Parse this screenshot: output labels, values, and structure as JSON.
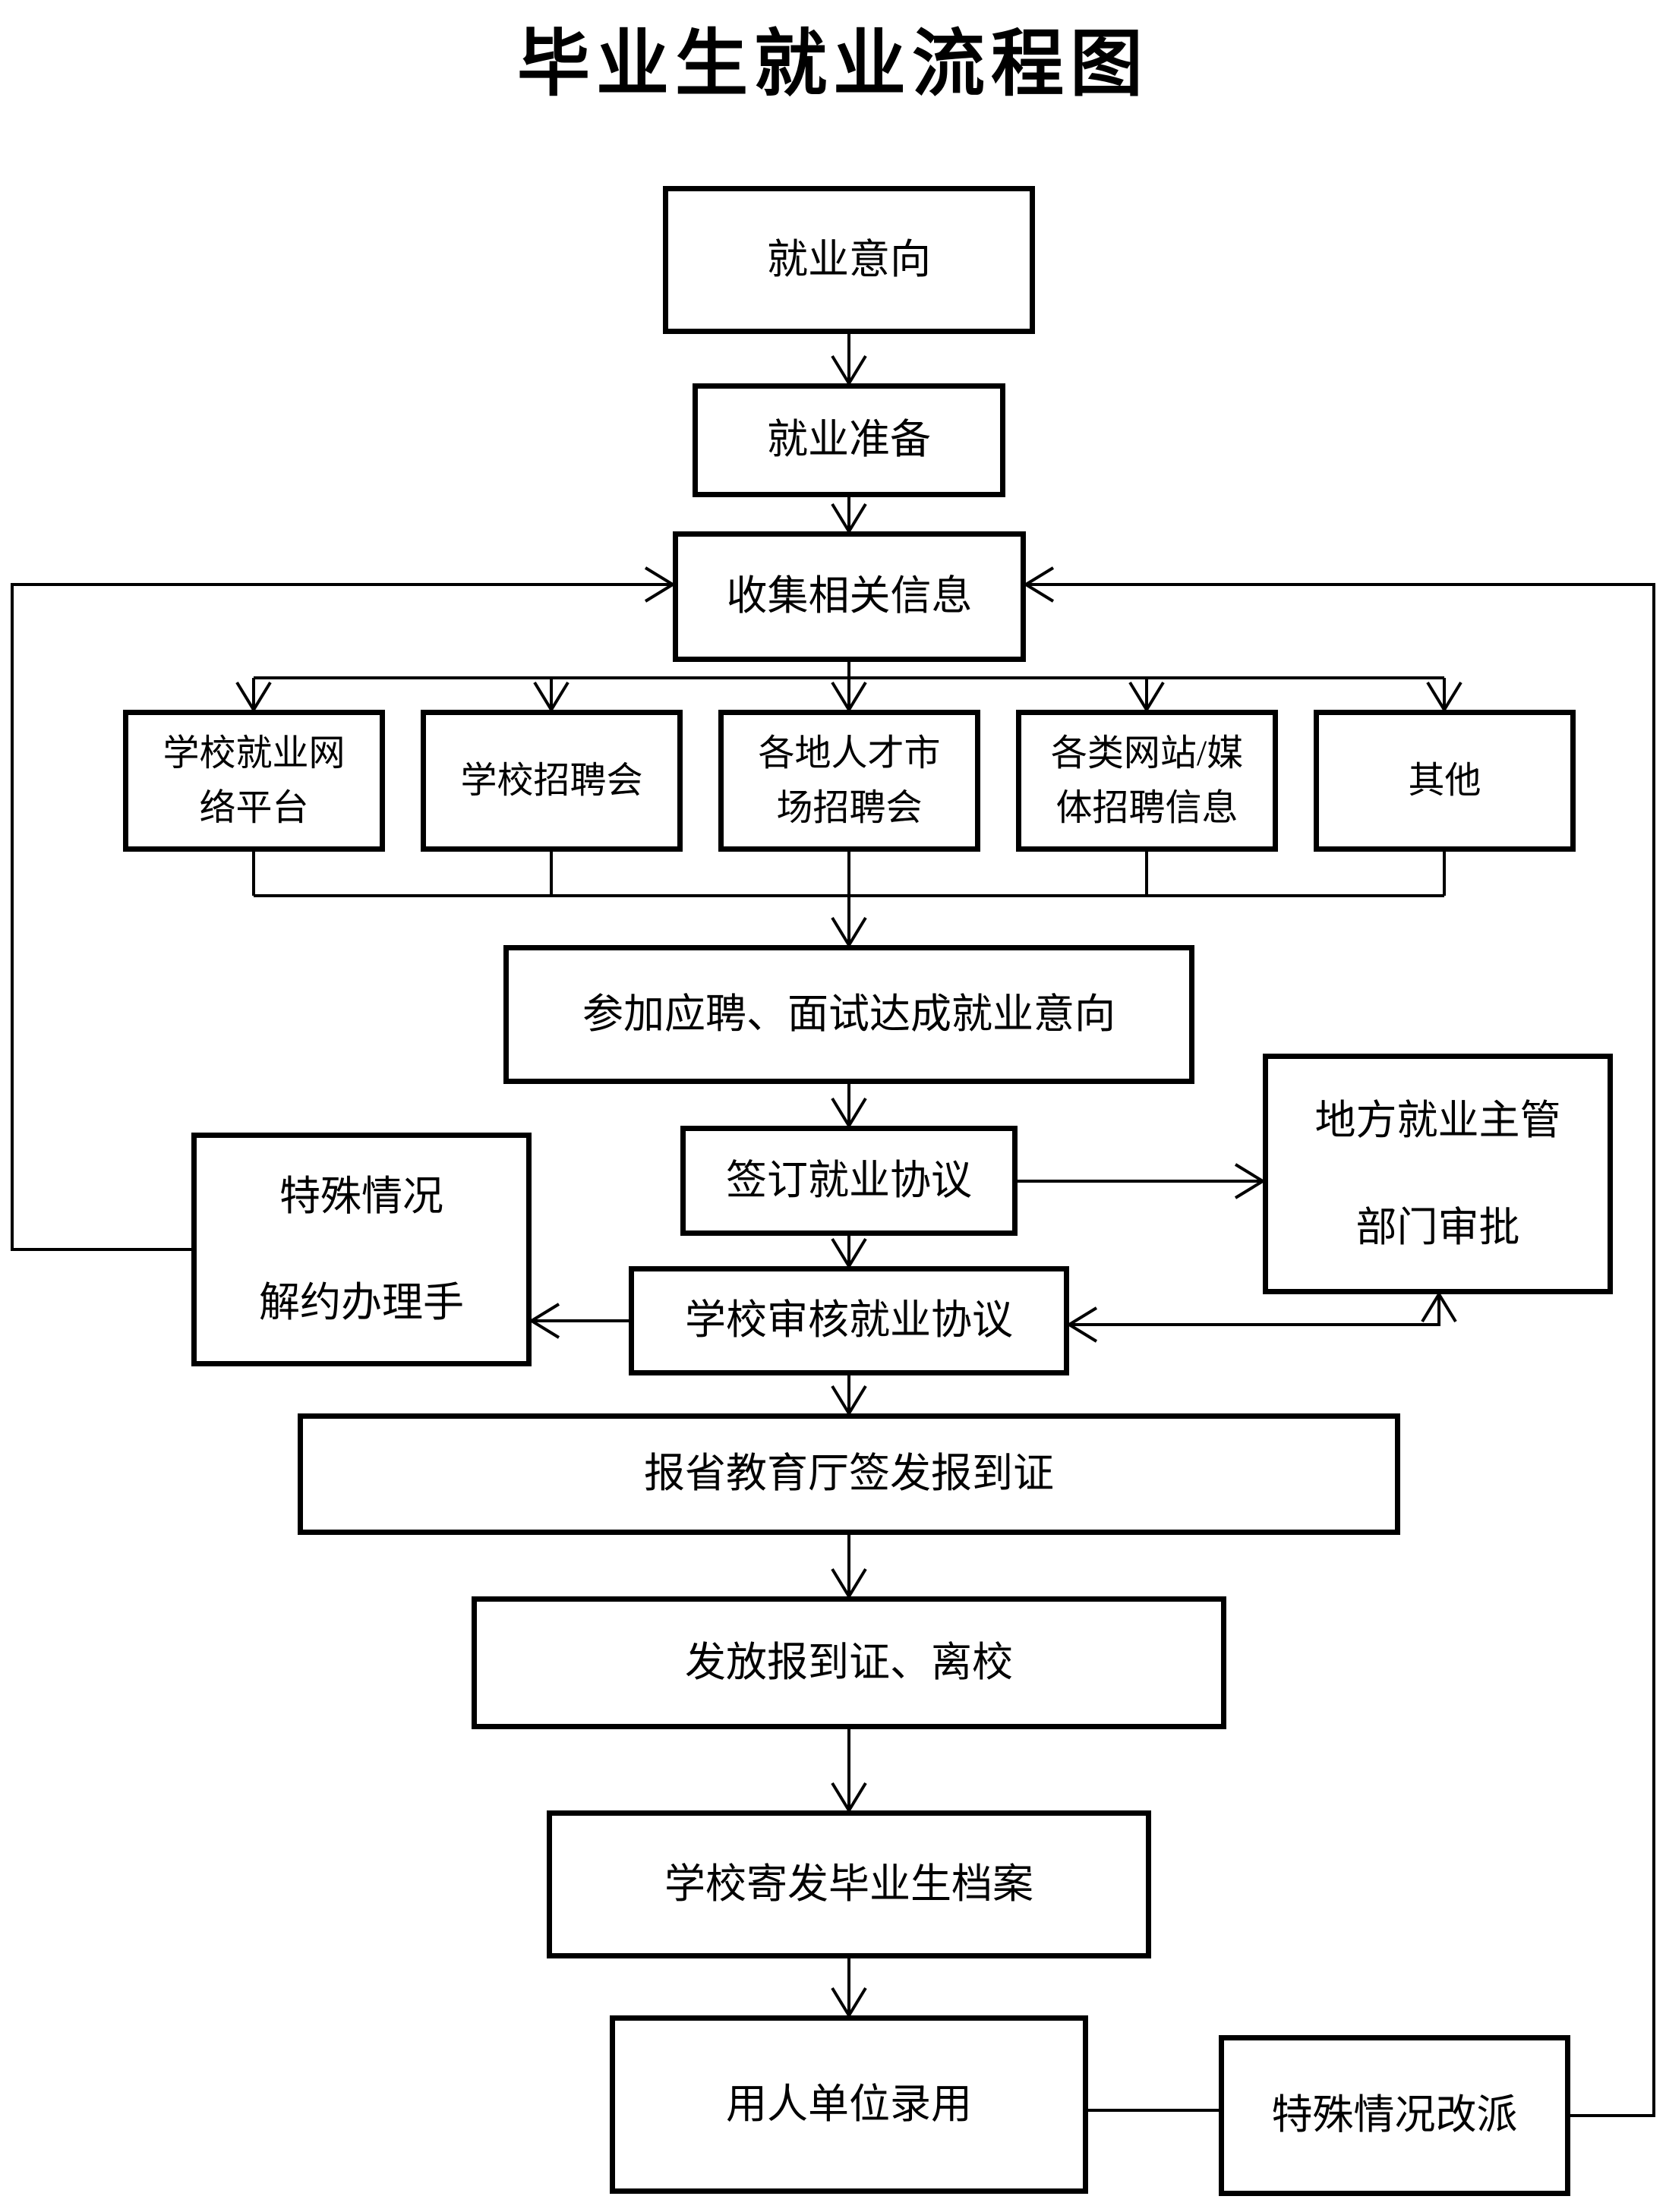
{
  "title": "毕业生就业流程图",
  "colors": {
    "line": "#000000",
    "background": "#ffffff",
    "text": "#000000"
  },
  "nodes": {
    "intention": "就业意向",
    "preparation": "就业准备",
    "collect": "收集相关信息",
    "channel_school_web": "学校就业网\n络平台",
    "channel_school_fair": "学校招聘会",
    "channel_talent_market": "各地人才市\n场招聘会",
    "channel_websites": "各类网站/媒\n体招聘信息",
    "channel_other": "其他",
    "interview": "参加应聘、面试达成就业意向",
    "sign_agreement": "签订就业协议",
    "local_authority": "地方就业主管\n部门审批",
    "special_termination": "特殊情况\n解约办理手",
    "school_review": "学校审核就业协议",
    "provincial_cert": "报省教育厅签发报到证",
    "issue_cert": "发放报到证、离校",
    "send_archives": "学校寄发毕业生档案",
    "employer_hire": "用人单位录用",
    "special_reassignment": "特殊情况改派"
  },
  "edges": [
    {
      "from": "intention",
      "to": "preparation",
      "style": "arrow"
    },
    {
      "from": "preparation",
      "to": "collect",
      "style": "arrow"
    },
    {
      "from": "collect",
      "to": "channel_school_web",
      "style": "arrow"
    },
    {
      "from": "collect",
      "to": "channel_school_fair",
      "style": "arrow"
    },
    {
      "from": "collect",
      "to": "channel_talent_market",
      "style": "arrow"
    },
    {
      "from": "collect",
      "to": "channel_websites",
      "style": "arrow"
    },
    {
      "from": "collect",
      "to": "channel_other",
      "style": "arrow"
    },
    {
      "from": "all_channels",
      "to": "interview",
      "style": "arrow"
    },
    {
      "from": "interview",
      "to": "sign_agreement",
      "style": "arrow"
    },
    {
      "from": "sign_agreement",
      "to": "local_authority",
      "style": "arrow"
    },
    {
      "from": "sign_agreement",
      "to": "school_review",
      "style": "arrow"
    },
    {
      "from": "school_review",
      "to": "local_authority",
      "style": "bidirectional-arrow"
    },
    {
      "from": "school_review",
      "to": "special_termination",
      "style": "arrow"
    },
    {
      "from": "special_termination",
      "to": "collect",
      "style": "loop-arrow"
    },
    {
      "from": "school_review",
      "to": "provincial_cert",
      "style": "arrow"
    },
    {
      "from": "provincial_cert",
      "to": "issue_cert",
      "style": "arrow"
    },
    {
      "from": "issue_cert",
      "to": "send_archives",
      "style": "arrow"
    },
    {
      "from": "send_archives",
      "to": "employer_hire",
      "style": "arrow"
    },
    {
      "from": "employer_hire",
      "to": "special_reassignment",
      "style": "line"
    },
    {
      "from": "special_reassignment",
      "to": "collect",
      "style": "loop-arrow"
    }
  ]
}
